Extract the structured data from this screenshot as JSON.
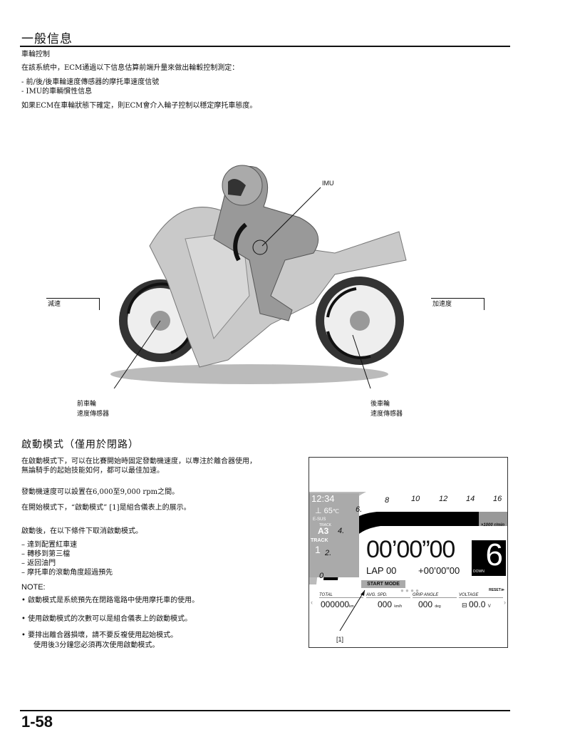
{
  "header": {
    "title": "一般信息"
  },
  "wheel_control": {
    "heading": "車輪控制",
    "intro": "在該系統中，ECM通過以下信息估算前端升量來做出輪轂控制測定：",
    "items": [
      "- 前/後/後車輪速度傳感器的摩托車速度信號",
      "-   IMU的車輛慣性信息"
    ],
    "conclusion": "如果ECM在車輪狀態下確定，則ECM會介入輪子控制以穩定摩托車態度。"
  },
  "figure": {
    "imu_label": "IMU",
    "decel_label": "減速",
    "accel_label": "加速度",
    "front_sensor": [
      "前車輪",
      "速度傳感器"
    ],
    "rear_sensor": [
      "後車輪",
      "速度傳感器"
    ]
  },
  "start_mode": {
    "title": "啟動模式（僅用於閉路）",
    "p1": [
      "在啟動模式下，可以在比賽開始時固定發動機速度，以專注於離合器使用，",
      "無論騎手的起始技能如何，都可以最佳加速。"
    ],
    "p2": "發動機速度可以設置在6,000至9,000 rpm之間。",
    "p3": "在開始模式下，“啟動模式”  [1]是組合儀表上的展示。",
    "p4": "啟動後，在以下條件下取消啟動模式。",
    "conditions": [
      "–  達到配置紅車速",
      "–  轉移到第三檔",
      "–  返回油門",
      "–  摩托車的滾動角度超過預先"
    ],
    "note_label": "NOTE:",
    "notes": [
      "•  啟動模式是系統預先在閉路電路中使用摩托車的使用。",
      "•  使用啟動模式的次數可以是組合儀表上的啟動模式。",
      "•  要排出離合器損壞，請不要反複使用起始模式。"
    ],
    "note_cont": "使用後3分鐘您必須再次使用啟動模式。"
  },
  "dashboard": {
    "clock": "12:34",
    "temp": "65",
    "temp_unit": "℃",
    "esus": "E-SUS",
    "esus_track": "TRACK",
    "esus_value": "A3",
    "track_label": "TRACK",
    "track_value": "1",
    "rpm_ticks": [
      "0.",
      "2.",
      "4.",
      "6.",
      "8",
      "10",
      "12",
      "14",
      "16"
    ],
    "rpm_unit": "×1000 r/min",
    "lap_time": "00’00”00",
    "lap": "LAP 00",
    "diff": "+00’00”00",
    "gear": "6",
    "gear_label": "DOWN",
    "start_mode": "START MODE",
    "reset": "RESET≫",
    "cells": [
      {
        "label": "TOTAL",
        "value": "000000",
        "unit": "km"
      },
      {
        "label": "AVG. SPD.",
        "value": "000",
        "unit": "km/h"
      },
      {
        "label": "GRIP ANGLE",
        "value": "000",
        "unit": "deg"
      },
      {
        "label": "VOLTAGE",
        "value": "00.0",
        "unit": "V"
      }
    ],
    "callout": "[1]"
  },
  "footer": {
    "page_number": "1-58"
  }
}
